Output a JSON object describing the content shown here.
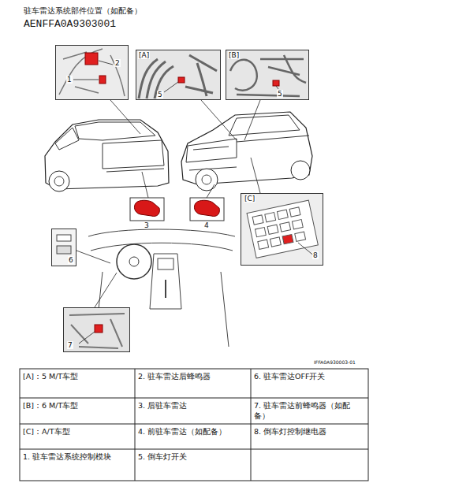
{
  "diagram": {
    "title": "驻车雷达系统部件位置（如配备）",
    "nodes": [
      {
        "text": [
          "1",
          "2"
        ]
      },
      {
        "text": [
          "[A]",
          "5"
        ]
      },
      {
        "text": [
          "[B]",
          "5"
        ]
      },
      {
        "text": [
          "[C]",
          "8"
        ]
      },
      {
        "text": [
          "6"
        ]
      },
      {
        "text": [
          "7"
        ]
      }
    ],
    "labels": [
      "AENFFA0A9303001",
      "3",
      "4",
      "IFFA0A930003-01",
      "[A]：5 M/T车型",
      "2. 驻车雷达后蜂鸣器",
      "6. 驻车雷达OFF开关",
      "[B]：6 M/T车型",
      "3. 后驻车雷达",
      "7. 驻车雷达前蜂鸣器（如配备）",
      "[C]：A/T车型",
      "4. 前驻车雷达（如配备）",
      "8. 倒车灯控制继电器",
      "1. 驻车雷达系统控制模块",
      "5. 倒车灯开关"
    ]
  }
}
